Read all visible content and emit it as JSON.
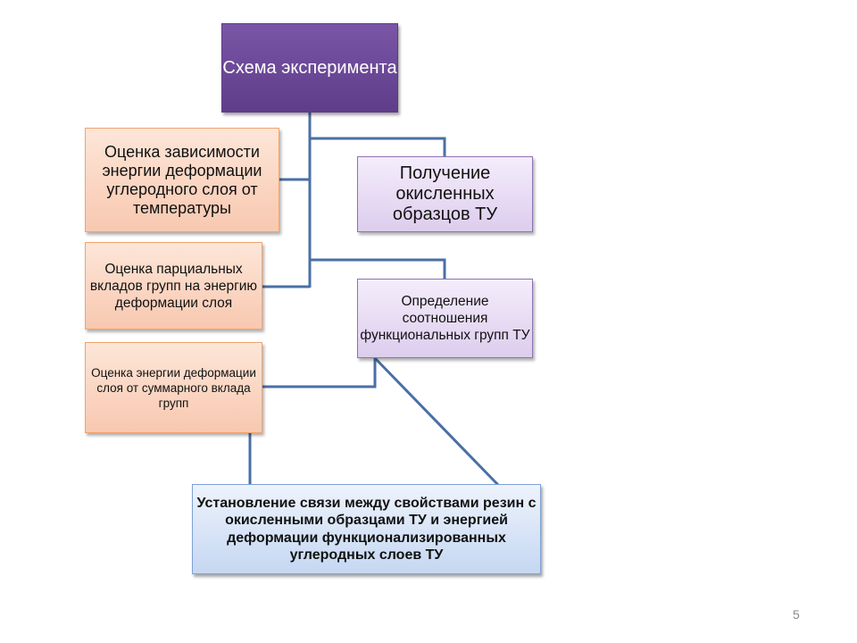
{
  "diagram": {
    "root": "Схема эксперимента",
    "left": [
      "Оценка зависимости энергии деформации углеродного слоя  от температуры",
      "Оценка парциальных вкладов групп на энергию деформации слоя",
      "Оценка энергии деформации слоя от суммарного вклада групп"
    ],
    "right": [
      "Получение окисленных образцов ТУ",
      "Определение соотношения функциональных групп  ТУ"
    ],
    "bottom": "Установление связи между свойствами резин с окисленными образцами ТУ и энергией деформации функционализированных углеродных слоев  ТУ"
  },
  "colors": {
    "connector": "#4a6fa5",
    "root_fill": "#6b4a96",
    "left_fill": "#fbd9c5",
    "right_fill": "#e8dcf4",
    "bottom_fill": "#d9e5f7"
  },
  "page_number": "5"
}
